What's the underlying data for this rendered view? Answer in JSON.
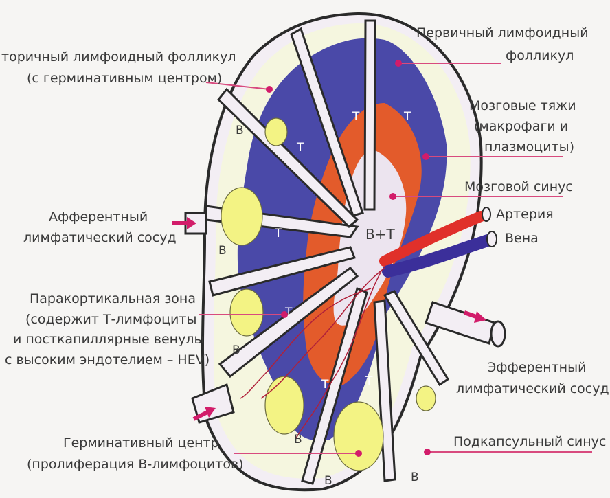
{
  "labels": {
    "secondary_follicle_1": "торичный лимфоидный фолликул",
    "secondary_follicle_2": "(с герминативным центром)",
    "primary_follicle_1": "Первичный лимфоидный",
    "primary_follicle_2": "фолликул",
    "medullary_cords_1": "Мозговые тяжи",
    "medullary_cords_2": "(макрофаги и",
    "medullary_cords_3": "плазмоциты)",
    "medullary_sinus": "Мозговой синус",
    "artery": "Артерия",
    "vein": "Вена",
    "afferent_1": "Афферентный",
    "afferent_2": "лимфатический сосуд",
    "paracortical_1": "Паракортикальная зона",
    "paracortical_2": "(содержит Т-лимфоциты",
    "paracortical_3": "и посткапиллярные венулы",
    "paracortical_4": "с высоким эндотелием – HEV)",
    "efferent_1": "Эфферентный",
    "efferent_2": "лимфатический сосуд",
    "germinal_1": "Герминативный центр",
    "germinal_2": "(пролиферация В-лимфоцитов)",
    "subcapsular": "Подкапсульный синус"
  },
  "zones": {
    "b": "B",
    "t": "T",
    "bt": "B+T"
  },
  "colors": {
    "paracortex": "#4a49a8",
    "medulla": "#e35b2b",
    "follicle": "#f5f6df",
    "germinal_center": "#f3f384",
    "capsule": "#2a2a2a",
    "pointer": "#d21c6a",
    "artery": "#e0302a",
    "vein": "#3b2f9a"
  }
}
